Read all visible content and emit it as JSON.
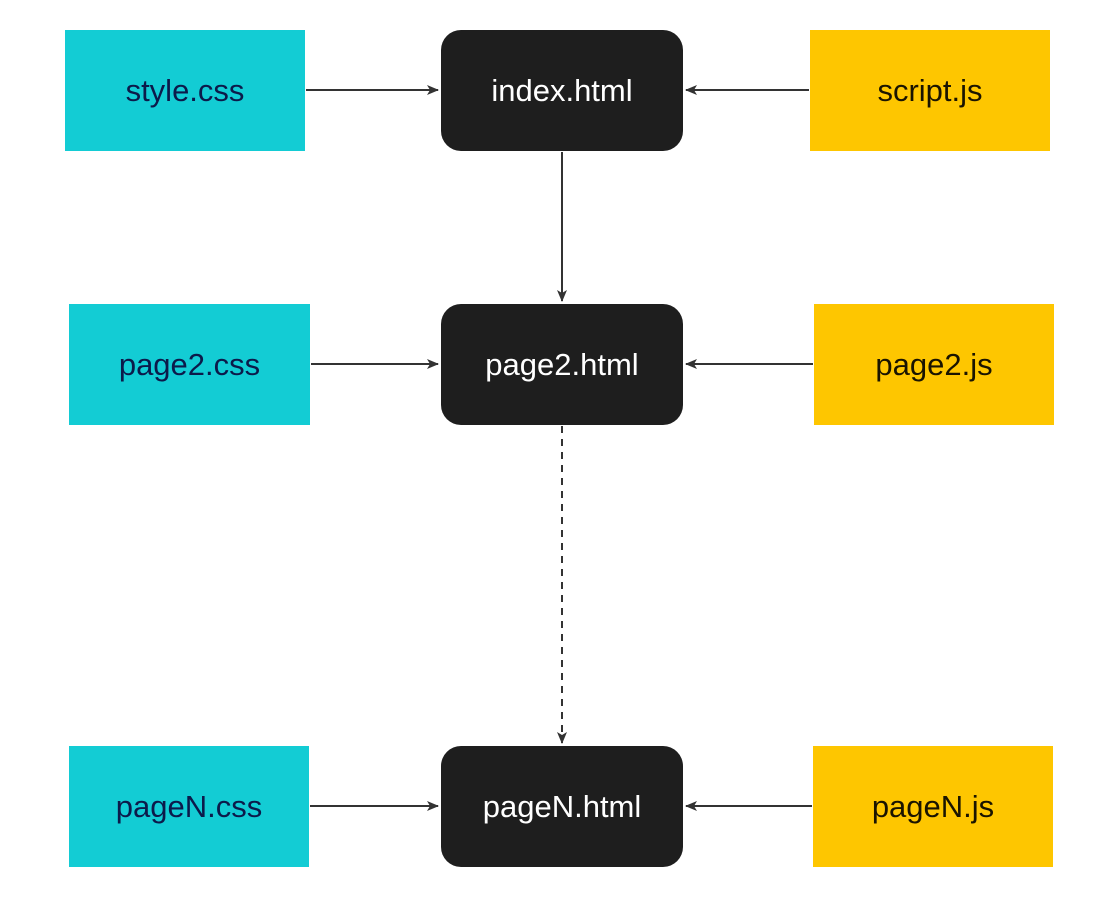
{
  "nodes": {
    "index_css": "style.css",
    "index_html": "index.html",
    "index_js": "script.js",
    "page2_css": "page2.css",
    "page2_html": "page2.html",
    "page2_js": "page2.js",
    "pageN_css": "pageN.css",
    "pageN_html": "pageN.html",
    "pageN_js": "pageN.js"
  },
  "colors": {
    "css_fill": "#13ccd4",
    "js_fill": "#fec600",
    "html_fill": "#1e1e1e",
    "edge": "#333333"
  },
  "edges": [
    {
      "from": "style.css",
      "to": "index.html",
      "style": "solid"
    },
    {
      "from": "script.js",
      "to": "index.html",
      "style": "solid"
    },
    {
      "from": "index.html",
      "to": "page2.html",
      "style": "solid"
    },
    {
      "from": "page2.css",
      "to": "page2.html",
      "style": "solid"
    },
    {
      "from": "page2.js",
      "to": "page2.html",
      "style": "solid"
    },
    {
      "from": "page2.html",
      "to": "pageN.html",
      "style": "dashed"
    },
    {
      "from": "pageN.css",
      "to": "pageN.html",
      "style": "solid"
    },
    {
      "from": "pageN.js",
      "to": "pageN.html",
      "style": "solid"
    }
  ]
}
